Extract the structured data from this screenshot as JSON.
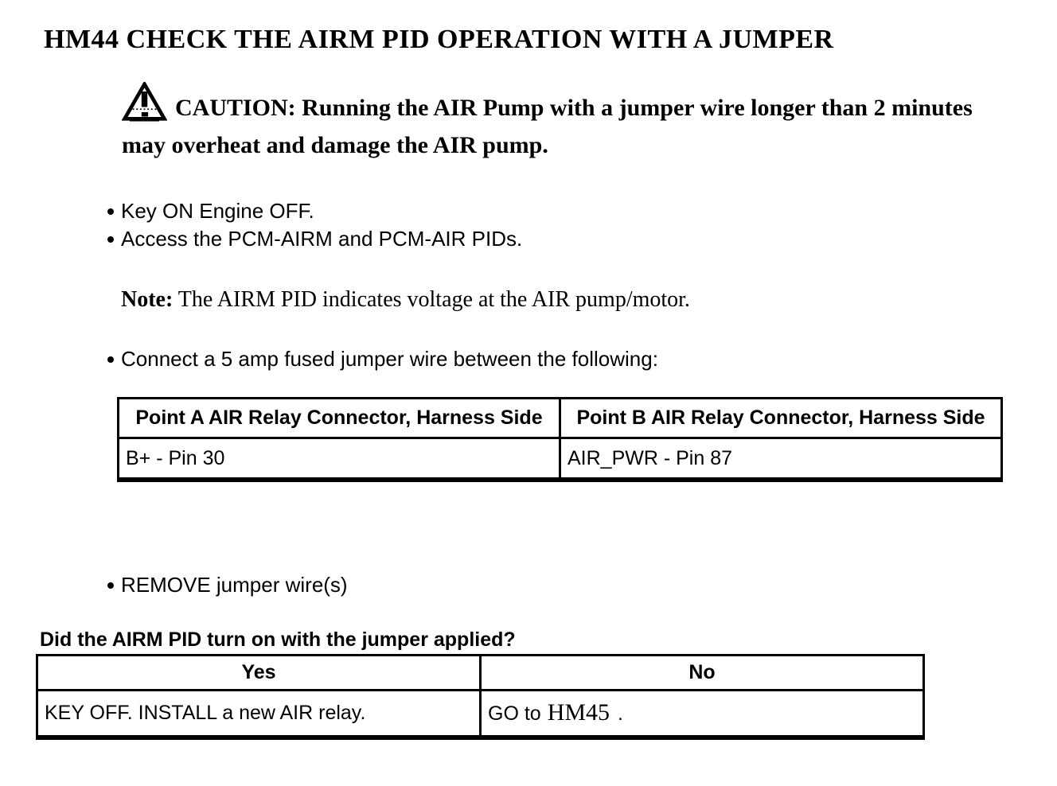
{
  "title": "HM44 CHECK THE AIRM PID OPERATION WITH A JUMPER",
  "caution": {
    "icon": "warning-triangle",
    "label": "CAUTION:",
    "text": " Running the AIR Pump with a jumper wire longer than 2 minutes may overheat and damage the AIR pump."
  },
  "steps": {
    "group1": [
      "Key ON Engine OFF.",
      "Access the PCM-AIRM and PCM-AIR PIDs."
    ],
    "group2": [
      "Connect a 5 amp fused jumper wire between the following:"
    ],
    "group3": [
      "REMOVE jumper wire(s)"
    ]
  },
  "note": {
    "label": "Note:",
    "text": " The AIRM PID indicates voltage at the AIR pump/motor."
  },
  "jumper_table": {
    "col1_header": "Point A AIR Relay Connector, Harness Side",
    "col2_header": "Point B AIR Relay Connector, Harness Side",
    "col1_value": "B+ - Pin 30",
    "col2_value": "AIR_PWR - Pin 87"
  },
  "question": "Did the AIRM PID turn on with the jumper applied?",
  "decision_table": {
    "yes_header": "Yes",
    "no_header": "No",
    "yes_action": "KEY OFF. INSTALL a new AIR relay.",
    "no_action_prefix": "GO to",
    "no_action_link": "HM45",
    "no_action_suffix": "."
  },
  "colors": {
    "text": "#000000",
    "background": "#ffffff"
  }
}
